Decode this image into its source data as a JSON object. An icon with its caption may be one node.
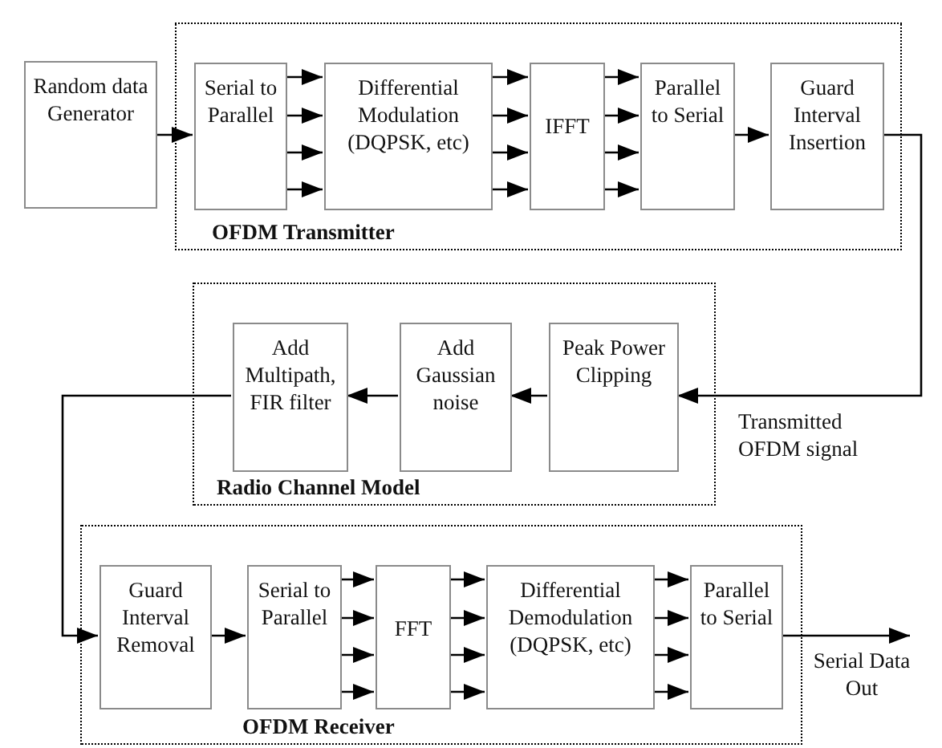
{
  "diagram": {
    "nodes": [
      {
        "text": [
          "Random data Generator"
        ]
      },
      {
        "text": [
          "OFDM Transmitter"
        ]
      },
      {
        "text": [
          "Serial to Parallel"
        ],
        "in": 1
      },
      {
        "text": [
          "Differential Modulation (DQPSK, etc)"
        ],
        "in": 1
      },
      {
        "text": [
          "IFFT"
        ],
        "in": 1
      },
      {
        "text": [
          "Parallel to Serial"
        ],
        "in": 1
      },
      {
        "text": [
          "Guard Interval Insertion"
        ],
        "in": 1
      },
      {
        "text": [
          "Radio Channel Model"
        ]
      },
      {
        "text": [
          "Add Multipath, FIR filter"
        ],
        "in": 7
      },
      {
        "text": [
          "Add Gaussian noise"
        ],
        "in": 7
      },
      {
        "text": [
          "Peak Power Clipping"
        ],
        "in": 7
      },
      {
        "text": [
          "OFDM Receiver"
        ]
      },
      {
        "text": [
          "Guard Interval Removal"
        ],
        "in": 11
      },
      {
        "text": [
          "Serial to Parallel"
        ],
        "in": 11
      },
      {
        "text": [
          "FFT"
        ],
        "in": 11
      },
      {
        "text": [
          "Differential Demodulation (DQPSK, etc)"
        ],
        "in": 11
      },
      {
        "text": [
          "Parallel to Serial"
        ],
        "in": 11
      }
    ],
    "edges": [
      {
        "from": 0,
        "to": 2,
        "arrow": "to"
      },
      {
        "from": 2,
        "to": 3,
        "arrow": "to"
      },
      {
        "from": 2,
        "to": 3,
        "arrow": "to"
      },
      {
        "from": 2,
        "to": 3,
        "arrow": "to"
      },
      {
        "from": 2,
        "to": 3,
        "arrow": "to"
      },
      {
        "from": 3,
        "to": 4,
        "arrow": "to"
      },
      {
        "from": 3,
        "to": 4,
        "arrow": "to"
      },
      {
        "from": 3,
        "to": 4,
        "arrow": "to"
      },
      {
        "from": 3,
        "to": 4,
        "arrow": "to"
      },
      {
        "from": 4,
        "to": 5,
        "arrow": "to"
      },
      {
        "from": 4,
        "to": 5,
        "arrow": "to"
      },
      {
        "from": 4,
        "to": 5,
        "arrow": "to"
      },
      {
        "from": 4,
        "to": 5,
        "arrow": "to"
      },
      {
        "from": 5,
        "to": 6,
        "arrow": "to"
      },
      {
        "from": 6,
        "to": 10,
        "arrow": "to",
        "label": "Transmitted OFDM signal"
      },
      {
        "from": 10,
        "to": 9,
        "arrow": "to"
      },
      {
        "from": 9,
        "to": 8,
        "arrow": "to"
      },
      {
        "from": 8,
        "to": 12,
        "arrow": "to"
      },
      {
        "from": 12,
        "to": 13,
        "arrow": "to"
      },
      {
        "from": 13,
        "to": 14,
        "arrow": "to"
      },
      {
        "from": 13,
        "to": 14,
        "arrow": "to"
      },
      {
        "from": 13,
        "to": 14,
        "arrow": "to"
      },
      {
        "from": 13,
        "to": 14,
        "arrow": "to"
      },
      {
        "from": 14,
        "to": 15,
        "arrow": "to"
      },
      {
        "from": 14,
        "to": 15,
        "arrow": "to"
      },
      {
        "from": 14,
        "to": 15,
        "arrow": "to"
      },
      {
        "from": 14,
        "to": 15,
        "arrow": "to"
      },
      {
        "from": 15,
        "to": 16,
        "arrow": "to"
      },
      {
        "from": 15,
        "to": 16,
        "arrow": "to"
      },
      {
        "from": 15,
        "to": 16,
        "arrow": "to"
      },
      {
        "from": 15,
        "to": 16,
        "arrow": "to"
      },
      {
        "from": 16,
        "to": null,
        "arrow": "to",
        "label": "Serial Data Out"
      }
    ]
  }
}
